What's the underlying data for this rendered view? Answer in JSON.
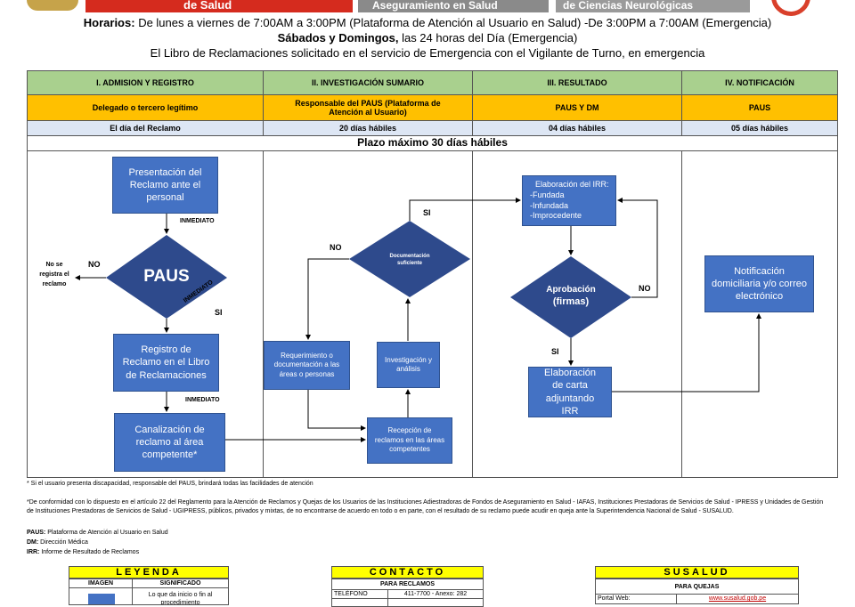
{
  "banner": {
    "logo_left_text": "de Salud",
    "logo_mid_text": "Aseguramiento en Salud",
    "logo_right_text": "de Ciencias Neurológicas"
  },
  "header": {
    "line1_bold": "Horarios:",
    "line1": "De lunes a viernes de 7:00AM a 3:00PM (Plataforma de Atención al Usuario en Salud) -De 3:00PM a 7:00AM (Emergencia)",
    "line2_bold": "Sábados y Domingos,",
    "line2": "las 24 horas del Día (Emergencia)",
    "line3": "El Libro de Reclamaciones solicitado en el servicio de Emergencia con el Vigilante de Turno, en emergencia"
  },
  "phases": [
    {
      "title": "I. ADMISION Y REGISTRO",
      "responsible": "Delegado o tercero legítimo",
      "time": "El día del Reclamo"
    },
    {
      "title": "II. INVESTIGACIÓN SUMARIO",
      "responsible": "Responsable del PAUS (Plataforma de Atención al Usuario)",
      "time": "20 días hábiles"
    },
    {
      "title": "III. RESULTADO",
      "responsible": "PAUS Y DM",
      "time": "04 días hábiles"
    },
    {
      "title": "IV. NOTIFICACIÓN",
      "responsible": "PAUS",
      "time": "05 días hábiles"
    }
  ],
  "deadline": "Plazo máximo 30 días hábiles",
  "flow": {
    "presentacion": "Presentación del Reclamo ante el personal",
    "paus": "PAUS",
    "registro": "Registro de Reclamo en el Libro de Reclamaciones",
    "canalizacion": "Canalización de reclamo al área competente*",
    "recepcion": "Recepción de reclamos en las áreas competentes",
    "investigacion": "Investigación y análisis",
    "documentacion": "Documentación suficiente",
    "requerimiento": "Requerimiento o documentación a las áreas o personas",
    "irr_title": "Elaboración del IRR:",
    "irr_1": "-Fundada",
    "irr_2": "-Infundada",
    "irr_3": "-Improcedente",
    "aprobacion_1": "Aprobación",
    "aprobacion_2": "(firmas)",
    "carta": "Elaboración de carta adjuntando IRR",
    "notificacion": "Notificación domiciliaria y/o correo electrónico"
  },
  "labels": {
    "inmediato": "INMEDIATO",
    "no": "NO",
    "si": "SI",
    "no_registra": "No se registra el reclamo"
  },
  "notes": {
    "note1": "* Si el usuario presenta discapacidad, responsable del PAUS, brindará todas las facilidades de atención",
    "note2": "*De conformidad con lo dispuesto en el artículo 22 del Reglamento para la Atención de Reclamos y Quejas de los Usuarios de las Instituciones Adiestradoras de Fondos de Aseguramiento en Salud - IAFAS, Instituciones Prestadoras de Servicios de Salud - IPRESS y Unidades de Gestión de Instituciones Prestadoras de Servicios de Salud - UGIPRESS, públicos, privados y mixtas, de no encontrarse de acuerdo en todo o en parte, con el resultado de su reclamo puede acudir en queja ante la Superintendencia Nacional de Salud - SUSALUD.",
    "paus_abbr": "PAUS:",
    "paus_def": "Plataforma de Atención al Usuario en Salud",
    "dm_abbr": "DM:",
    "dm_def": "Dirección Médica",
    "irr_abbr": "IRR:",
    "irr_def": "Informe de Resultado de Reclamos"
  },
  "legend": {
    "title": "LEYENDA",
    "col_image": "IMAGEN",
    "col_meaning": "SIGNIFICADO",
    "row1_meaning": "Lo que da inicio o fin al procedimiento"
  },
  "contact": {
    "title": "CONTACTO",
    "subtitle": "PARA RECLAMOS",
    "phone_label": "TELÉFONO",
    "phone_value": "411-7700 - Anexo: 282"
  },
  "susalud": {
    "title": "SUSALUD",
    "subtitle": "PARA QUEJAS",
    "web_label": "Portal Web:",
    "web_value": "www.susalud.gob.pe"
  },
  "colors": {
    "box_blue": "#4472c4",
    "diamond_blue": "#2e4a8c",
    "header_green": "#a9d08e",
    "header_orange": "#ffc000",
    "legend_yellow": "#ffff00"
  }
}
